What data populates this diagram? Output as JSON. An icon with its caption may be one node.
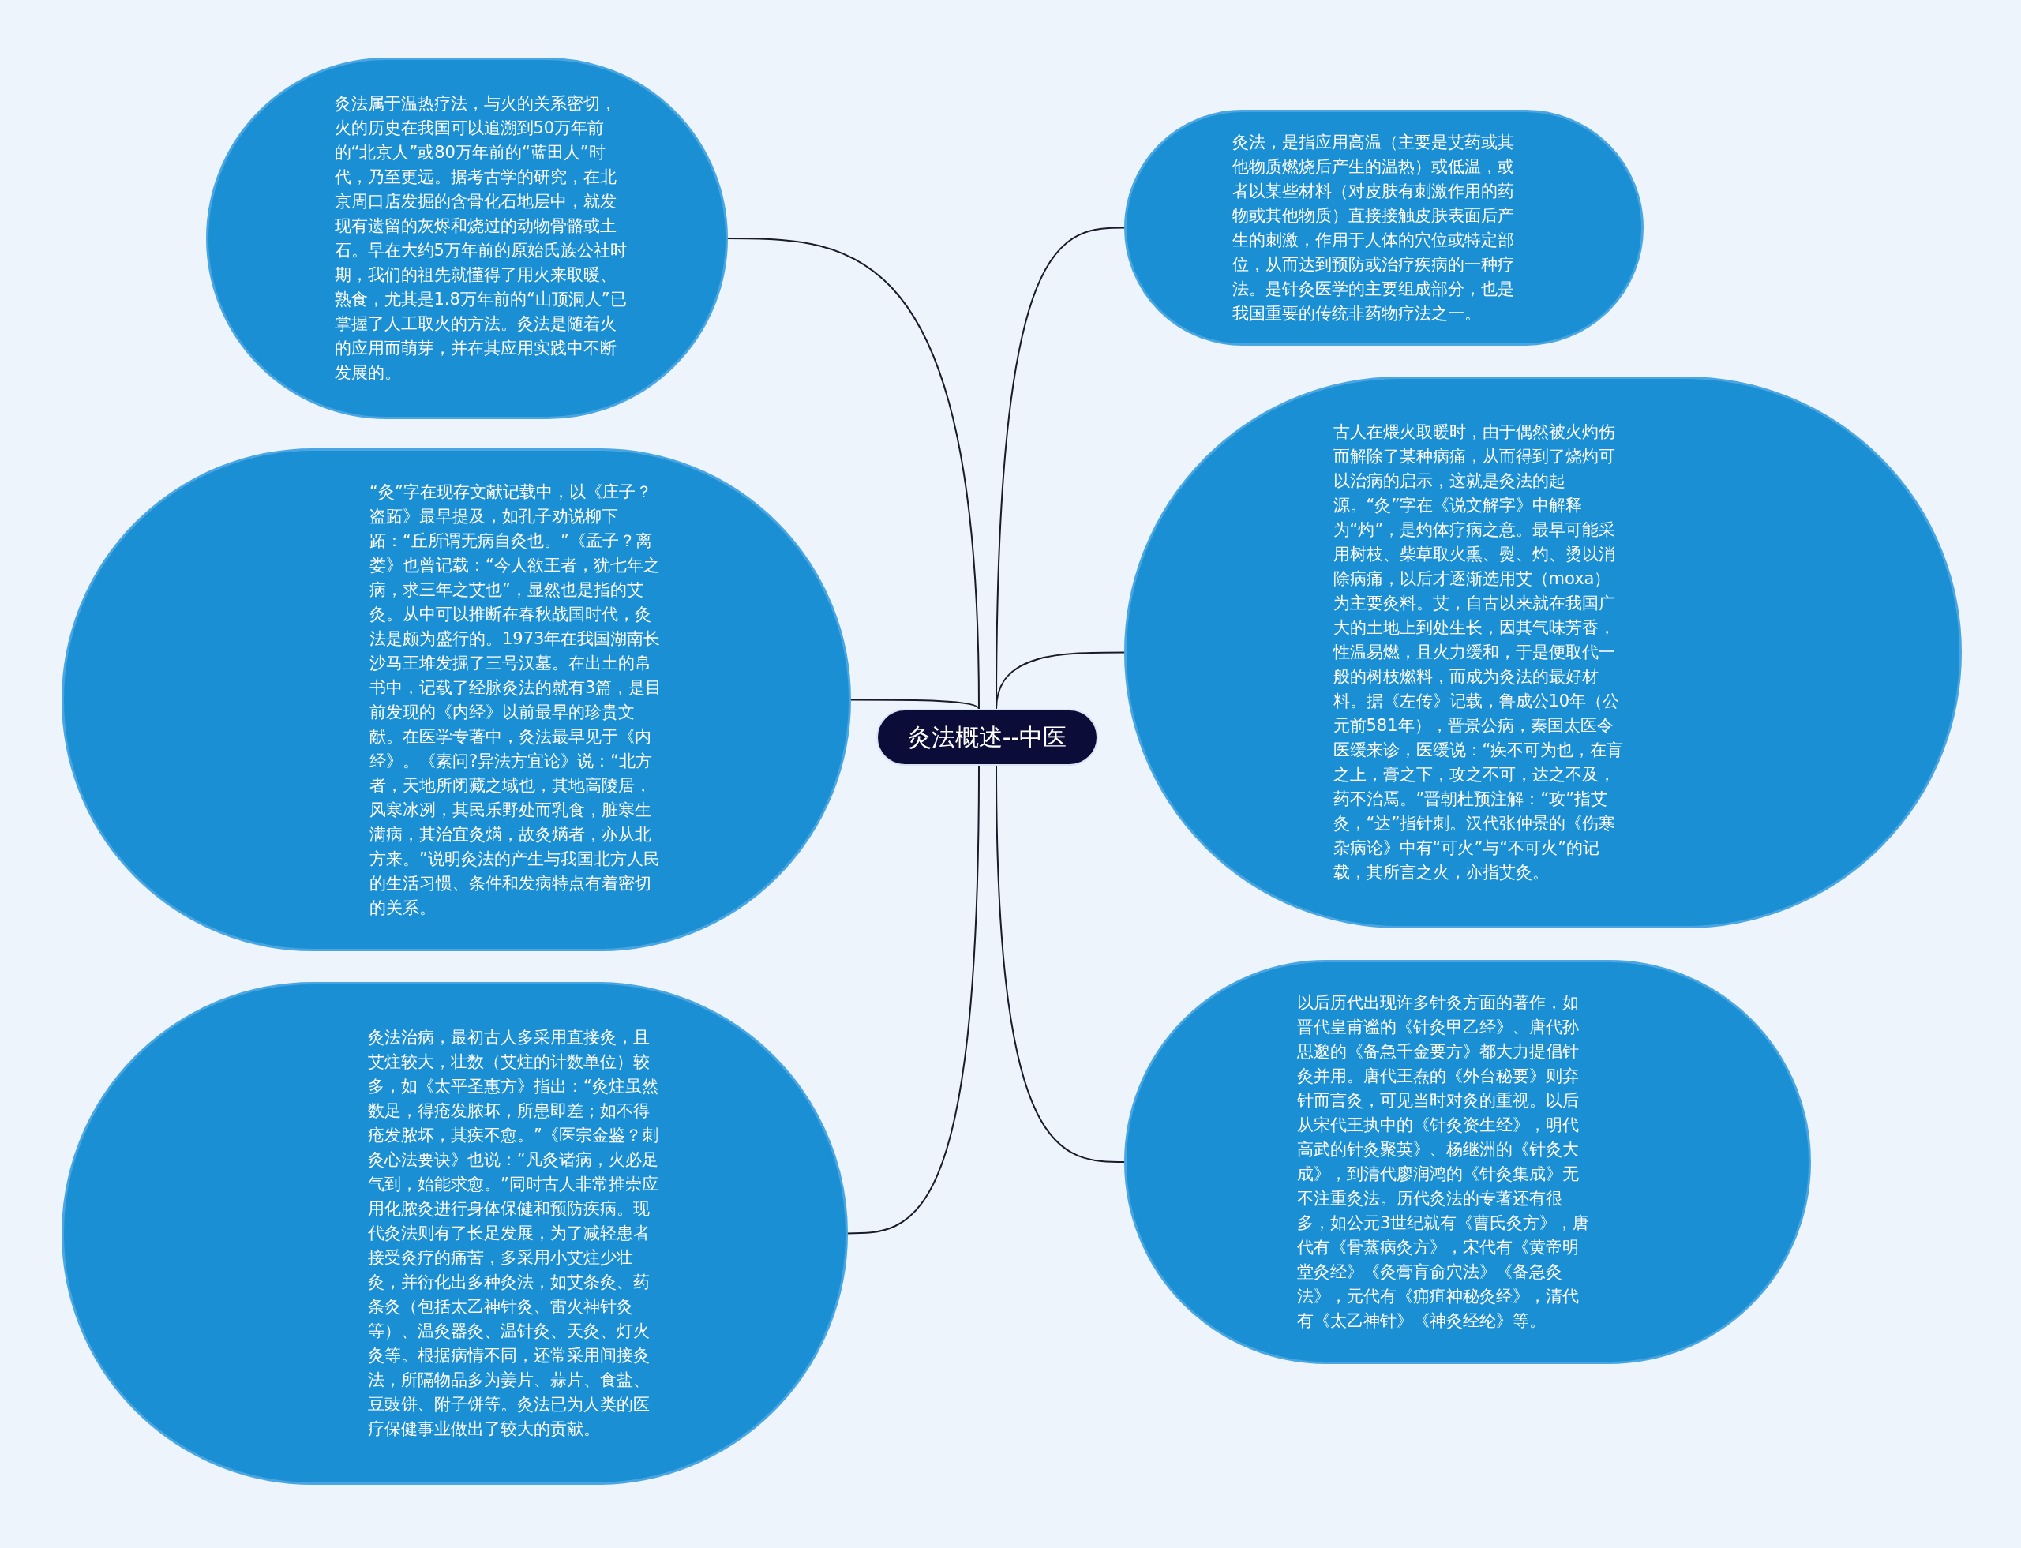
{
  "diagram": {
    "nodes": [
      {
        "text": [
          "灸法概述--中医"
        ]
      },
      {
        "text": [
          "灸法属于温热疗法，与火的关系密切，火的历史在我国可以追溯到50万年前的“北京人”或80万年前的“蓝田人”时代，乃至更远。据考古学的研究，在北京周口店发掘的含骨化石地层中，就发现有遗留的灰烬和烧过的动物骨骼或土石。早在大约5万年前的原始氏族公社时期，我们的祖先就懂得了用火来取暖、熟食，尤其是1.8万年前的“山顶洞人”已掌握了人工取火的方法。灸法是随着火的应用而萌芽，并在其应用实践中不断发展的。"
        ]
      },
      {
        "text": [
          "“灸”字在现存文献记载中，以《庄子？盗跖》最早提及，如孔子劝说柳下跖：“丘所谓无病自灸也。”《孟子？离娄》也曾记载：“今人欲王者，犹七年之病，求三年之艾也”，显然也是指的艾灸。从中可以推断在春秋战国时代，灸法是颇为盛行的。1973年在我国湖南长沙马王堆发掘了三号汉墓。在出土的帛书中，记载了经脉灸法的就有3篇，是目前发现的《内经》以前最早的珍贵文献。在医学专著中，灸法最早见于《内经》。《素问?异法方宜论》说：“北方者，天地所闭藏之域也，其地高陵居，风寒冰冽，其民乐野处而乳食，脏寒生满病，其治宜灸焫，故灸焫者，亦从北方来。”说明灸法的产生与我国北方人民的生活习惯、条件和发病特点有着密切的关系。"
        ]
      },
      {
        "text": [
          "灸法治病，最初古人多采用直接灸，且艾炷较大，壮数（艾炷的计数单位）较多，如《太平圣惠方》指出：“灸炷虽然数足，得疮发脓坏，所患即差；如不得疮发脓坏，其疾不愈。”《医宗金鉴？刺灸心法要诀》也说：“凡灸诸病，火必足气到，始能求愈。”同时古人非常推崇应用化脓灸进行身体保健和预防疾病。现代灸法则有了长足发展，为了减轻患者接受灸疗的痛苦，多采用小艾炷少壮灸，并衍化出多种灸法，如艾条灸、药条灸（包括太乙神针灸、雷火神针灸等）、温灸器灸、温针灸、天灸、灯火灸等。根据病情不同，还常采用间接灸法，所隔物品多为姜片、蒜片、食盐、豆豉饼、附子饼等。灸法已为人类的医疗保健事业做出了较大的贡献。"
        ]
      },
      {
        "text": [
          "灸法，是指应用高温（主要是艾药或其他物质燃烧后产生的温热）或低温，或者以某些材料（对皮肤有刺激作用的药物或其他物质）直接接触皮肤表面后产生的刺激，作用于人体的穴位或特定部位，从而达到预防或治疗疾病的一种疗法。是针灸医学的主要组成部分，也是我国重要的传统非药物疗法之一。"
        ]
      },
      {
        "text": [
          "古人在煨火取暖时，由于偶然被火灼伤而解除了某种病痛，从而得到了烧灼可以治病的启示，这就是灸法的起源。“灸”字在《说文解字》中解释为“灼”，是灼体疗病之意。最早可能采用树枝、柴草取火熏、熨、灼、烫以消除病痛，以后才逐渐选用艾（moxa）为主要灸料。艾，自古以来就在我国广大的土地上到处生长，因其气味芳香，性温易燃，且火力缓和，于是便取代一般的树枝燃料，而成为灸法的最好材料。据《左传》记载，鲁成公10年（公元前581年），晋景公病，秦国太医令医缓来诊，医缓说：“疾不可为也，在肓之上，膏之下，攻之不可，达之不及，药不治焉。”晋朝杜预注解：“攻”指艾灸，“达”指针刺。汉代张仲景的《伤寒杂病论》中有“可火”与“不可火”的记载，其所言之火，亦指艾灸。"
        ]
      },
      {
        "text": [
          "以后历代出现许多针灸方面的著作，如晋代皇甫谧的《针灸甲乙经》、唐代孙思邈的《备急千金要方》都大力提倡针灸并用。唐代王焘的《外台秘要》则弃针而言灸，可见当时对灸的重视。以后从宋代王执中的《针灸资生经》，明代高武的针灸聚英》、杨继洲的《针灸大成》，到清代廖润鸿的《针灸集成》无不注重灸法。历代灸法的专著还有很多，如公元3世纪就有《曹氏灸方》，唐代有《骨蒸病灸方》，宋代有《黄帝明堂灸经》《灸膏肓俞穴法》《备急灸法》，元代有《痈疽神秘灸经》，清代有《太乙神针》《神灸经纶》等。"
        ]
      }
    ],
    "edges": [
      {
        "from": 0,
        "to": 1,
        "arrow": "none"
      },
      {
        "from": 0,
        "to": 2,
        "arrow": "none"
      },
      {
        "from": 0,
        "to": 3,
        "arrow": "none"
      },
      {
        "from": 0,
        "to": 4,
        "arrow": "none"
      },
      {
        "from": 0,
        "to": 5,
        "arrow": "none"
      },
      {
        "from": 0,
        "to": 6,
        "arrow": "none"
      }
    ]
  }
}
